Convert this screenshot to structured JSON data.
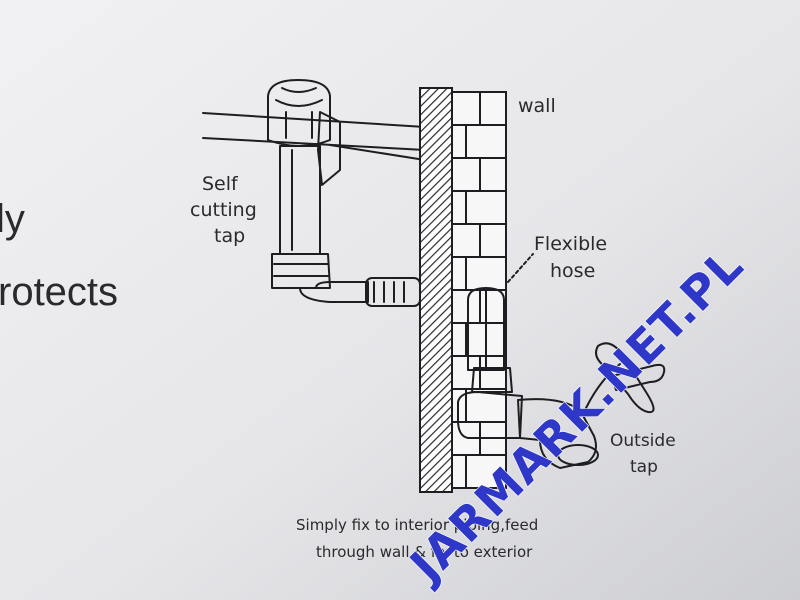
{
  "side_text": {
    "line1": "ly",
    "line2": "rotects"
  },
  "labels": {
    "wall": "wall",
    "self_cutting_tap": [
      "Self",
      "cutting",
      "tap"
    ],
    "flexible_hose": [
      "Flexible",
      "hose"
    ],
    "outside_tap": [
      "Outside",
      "tap"
    ]
  },
  "caption": {
    "line1": "Simply fix to interior piping,feed",
    "line2": "through wall & fix to exterior"
  },
  "watermark": "JARMARK.NET.PL",
  "colors": {
    "paper": "#e9e9eb",
    "paper_shadow": "#cfd0d4",
    "ink": "#1e1e22",
    "watermark": "#2f37c8"
  }
}
